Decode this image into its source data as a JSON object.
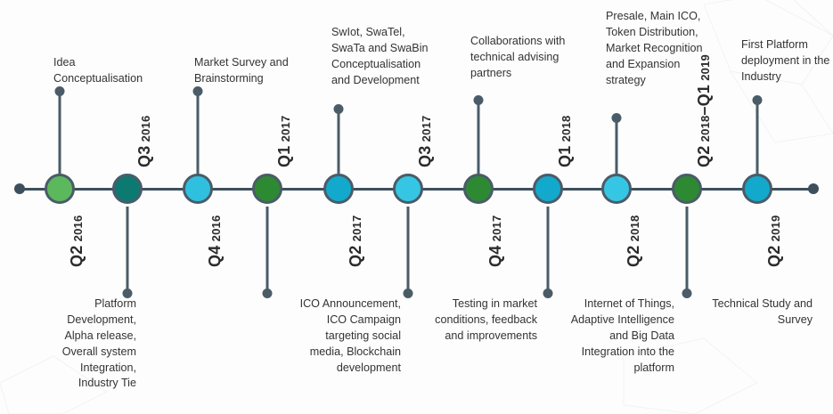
{
  "graphic": {
    "type": "timeline-roadmap",
    "orientation": "horizontal",
    "axis_color": "#3d4f5c"
  },
  "milestones": [
    {
      "quarter_q": "Q2",
      "quarter_year": "2016",
      "quarter_full": "Q2 2016",
      "side": "below",
      "node_color": "#5cb85c",
      "description": "Idea\nConceptualisation",
      "description_side": "top",
      "description_lines": [
        "Idea",
        "Conceptualisation"
      ]
    },
    {
      "quarter_q": "Q3",
      "quarter_year": "2016",
      "quarter_full": "Q3 2016",
      "side": "above",
      "node_color": "#0d7a72",
      "description": "Technical Study and\nSurvey",
      "description_side": "bottom",
      "description_lines": [
        "Technical Study and",
        "Survey"
      ]
    },
    {
      "quarter_q": "Q4",
      "quarter_year": "2016",
      "quarter_full": "Q4 2016",
      "side": "below",
      "node_color": "#2fc0e0",
      "description": "Market Survey and\nBrainstorming",
      "description_side": "top",
      "description_lines": [
        "Market Survey and",
        "Brainstorming"
      ]
    },
    {
      "quarter_q": "Q1",
      "quarter_year": "2017",
      "quarter_full": "Q1 2017",
      "side": "above",
      "node_color": "#2d8a33",
      "description": "Internet of Things,\nAdaptive Intelligence\nand Big Data\nIntegration into the\nplatform",
      "description_side": "bottom",
      "description_lines": [
        "Internet of Things,",
        "Adaptive Intelligence",
        "and Big Data",
        "Integration into the",
        "platform"
      ]
    },
    {
      "quarter_q": "Q2",
      "quarter_year": "2017",
      "quarter_full": "Q2 2017",
      "side": "below",
      "node_color": "#12a9cd",
      "description": "SwIot, SwaTel,\nSwaTa and SwaBin\nConceptualisation\nand Development",
      "description_side": "top",
      "description_lines": [
        "SwIot, SwaTel,",
        "SwaTa and SwaBin",
        "Conceptualisation",
        "and Development"
      ]
    },
    {
      "quarter_q": "Q3",
      "quarter_year": "2017",
      "quarter_full": "Q3 2017",
      "side": "above",
      "node_color": "#35c6e4",
      "description": "Testing in market\nconditions, feedback\nand improvements",
      "description_side": "bottom",
      "description_lines": [
        "Testing in market",
        "conditions, feedback",
        "and improvements"
      ]
    },
    {
      "quarter_q": "Q4",
      "quarter_year": "2017",
      "quarter_full": "Q4 2017",
      "side": "below",
      "node_color": "#2d8a33",
      "description": "Collaborations with\ntechnical advising\npartners",
      "description_side": "top",
      "description_lines": [
        "Collaborations with",
        "technical advising",
        "partners"
      ]
    },
    {
      "quarter_q": "Q1",
      "quarter_year": "2018",
      "quarter_full": "Q1 2018",
      "side": "above",
      "node_color": "#12a9cd",
      "description": "ICO Announcement,\nICO Campaign\ntargeting social\nmedia, Blockchain\ndevelopment",
      "description_side": "bottom",
      "description_lines": [
        "ICO Announcement,",
        "ICO Campaign",
        "targeting social",
        "media, Blockchain",
        "development"
      ]
    },
    {
      "quarter_q": "Q2",
      "quarter_year": "2018",
      "quarter_full": "Q2 2018",
      "side": "below",
      "node_color": "#35c6e4",
      "description": "Presale, Main ICO,\nToken Distribution,\nMarket Recognition\nand Expansion\nstrategy",
      "description_side": "top",
      "description_lines": [
        "Presale, Main ICO,",
        "Token Distribution,",
        "Market Recognition",
        "and Expansion",
        "strategy"
      ]
    },
    {
      "quarter_q": "Q2",
      "quarter_year": "2018",
      "quarter_q2": "Q1",
      "quarter_year2": "2019",
      "quarter_full": "Q2 2018–Q1 2019",
      "side": "above",
      "node_color": "#2d8a33",
      "description": "Platform\nDevelopment,\nAlpha release,\nOverall system\nIntegration,\nIndustry Tie",
      "description_side": "bottom",
      "description_lines": [
        "Platform",
        "Development,",
        "Alpha release,",
        "Overall system",
        "Integration,",
        "Industry Tie"
      ]
    },
    {
      "quarter_q": "Q2",
      "quarter_year": "2019",
      "quarter_full": "Q2 2019",
      "side": "below",
      "node_color": "#12a9cd",
      "description": "First Platform\ndeployment in the\nIndustry",
      "description_side": "top",
      "description_lines": [
        "First Platform",
        "deployment in the",
        "Industry"
      ]
    }
  ],
  "labels": {
    "q1": "Q1",
    "q2": "Q2",
    "q3": "Q3",
    "q4": "Q4",
    "dash": "–"
  }
}
